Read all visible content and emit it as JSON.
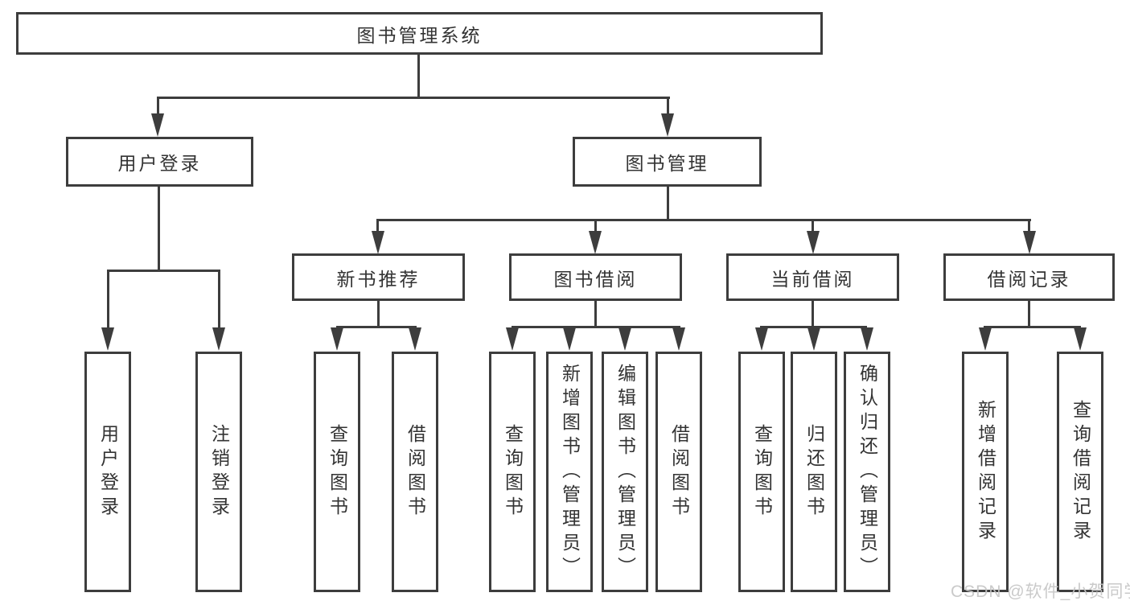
{
  "diagram": {
    "root": {
      "label": "图书管理系统"
    },
    "level2": [
      {
        "label": "用户登录"
      },
      {
        "label": "图书管理"
      }
    ],
    "level3": [
      {
        "label": "新书推荐"
      },
      {
        "label": "图书借阅"
      },
      {
        "label": "当前借阅"
      },
      {
        "label": "借阅记录"
      }
    ],
    "leaves": [
      {
        "parent": "用户登录",
        "label": "用户登录"
      },
      {
        "parent": "用户登录",
        "label": "注销登录"
      },
      {
        "parent": "新书推荐",
        "label": "查询图书"
      },
      {
        "parent": "新书推荐",
        "label": "借阅图书"
      },
      {
        "parent": "图书借阅",
        "label": "查询图书"
      },
      {
        "parent": "图书借阅",
        "label": "新增图书（管理员）"
      },
      {
        "parent": "图书借阅",
        "label": "编辑图书（管理员）"
      },
      {
        "parent": "图书借阅",
        "label": "借阅图书"
      },
      {
        "parent": "当前借阅",
        "label": "查询图书"
      },
      {
        "parent": "当前借阅",
        "label": "归还图书"
      },
      {
        "parent": "当前借阅",
        "label": "确认归还（管理员）"
      },
      {
        "parent": "借阅记录",
        "label": "新增借阅记录"
      },
      {
        "parent": "借阅记录",
        "label": "查询借阅记录"
      }
    ],
    "watermark": "CSDN @软件_小贺同学",
    "colors": {
      "line": "#3d3d3d",
      "text": "#333333",
      "background": "#ffffff",
      "watermark": "#c6c6c6"
    }
  }
}
